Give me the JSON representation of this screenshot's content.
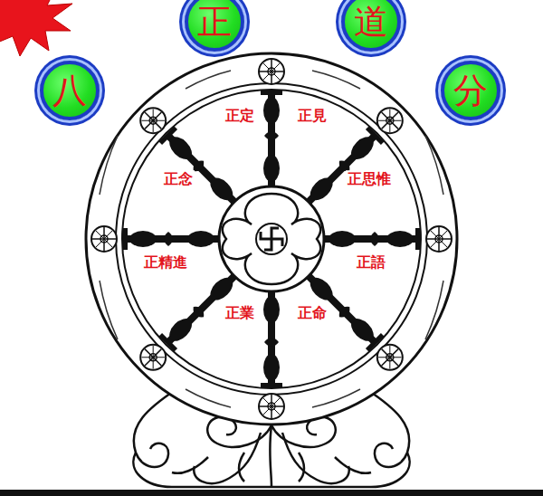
{
  "diagram": {
    "nodes": [
      {
        "text": [
          "八"
        ]
      },
      {
        "text": [
          "正"
        ]
      },
      {
        "text": [
          "道"
        ]
      },
      {
        "text": [
          "分"
        ]
      }
    ],
    "labels": [
      "正定",
      "正見",
      "正念",
      "正思惟",
      "正精進",
      "正語",
      "正業",
      "正命"
    ]
  }
}
